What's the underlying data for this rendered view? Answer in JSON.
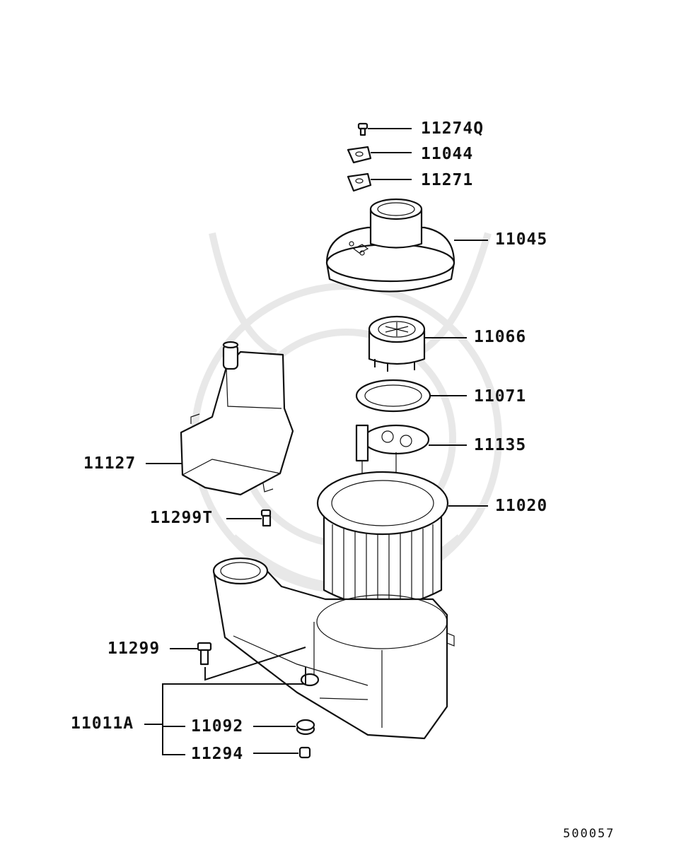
{
  "diagram_id": "500057",
  "parts": {
    "p11274Q": "11274Q",
    "p11044": "11044",
    "p11271": "11271",
    "p11045": "11045",
    "p11066": "11066",
    "p11071": "11071",
    "p11135": "11135",
    "p11020": "11020",
    "p11127": "11127",
    "p11299T": "11299T",
    "p11299": "11299",
    "p11011A": "11011A",
    "p11092": "11092",
    "p11294": "11294"
  }
}
